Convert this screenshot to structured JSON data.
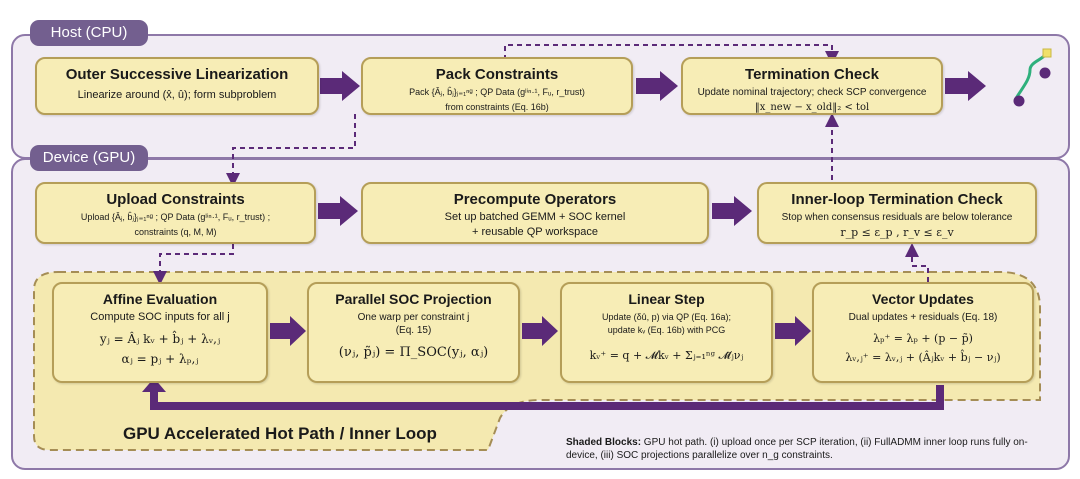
{
  "host": {
    "tag": "Host (CPU)",
    "boxes": {
      "outer": {
        "title": "Outer Successive Linearization",
        "line1": "Linearize around (x̂, û); form subproblem"
      },
      "pack": {
        "title": "Pack Constraints",
        "line1": "Pack {Âⱼ, b̂ⱼ}ⱼ₌₁ⁿᵍ ; QP Data (gˡⁱⁿ·¹, Fᵤ, r_trust)",
        "line2": "from constraints (Eq. 16b)"
      },
      "term": {
        "title": "Termination Check",
        "line1": "Update nominal trajectory; check SCP convergence",
        "formula": "‖x_new − x_old‖₂ < tol"
      }
    }
  },
  "device": {
    "tag": "Device (GPU)",
    "boxes": {
      "upload": {
        "title": "Upload Constraints",
        "line1": "Upload {Âⱼ, b̂ⱼ}ⱼ₌₁ⁿᵍ ; QP Data (gˡⁱⁿ·¹, Fᵤ, r_trust) ;",
        "line2": "constraints (q, M, M)"
      },
      "precompute": {
        "title": "Precompute Operators",
        "line1": "Set up batched GEMM + SOC kernel",
        "line2": "+ reusable QP workspace"
      },
      "inner_term": {
        "title": "Inner-loop Termination Check",
        "line1": "Stop when consensus residuals are below tolerance",
        "formula": "r_p ≤ ε_p ,   r_v ≤ ε_v"
      }
    }
  },
  "hotpath": {
    "caption": "GPU Accelerated Hot Path / Inner Loop",
    "boxes": {
      "affine": {
        "title": "Affine Evaluation",
        "line1": "Compute SOC inputs for all j",
        "f1": "yⱼ = Âⱼ kᵥ + b̂ⱼ + λᵥ,ⱼ",
        "f2": "αⱼ = pⱼ + λₚ,ⱼ"
      },
      "soc": {
        "title": "Parallel SOC Projection",
        "line1": "One warp per constraint j",
        "line2": "(Eq. 15)",
        "f1": "(νⱼ, p̃ⱼ) = Π_SOC(yⱼ, αⱼ)"
      },
      "linear": {
        "title": "Linear Step",
        "line1": "Update (δû, p) via QP (Eq. 16a);",
        "line2": "update kᵥ (Eq. 16b) with PCG",
        "f1": "kᵥ⁺ = q + 𝓜kᵥ + Σⱼ₌₁ⁿᵍ 𝓜̄ⱼνⱼ"
      },
      "vector": {
        "title": "Vector Updates",
        "line1": "Dual updates + residuals  (Eq. 18)",
        "f1": "λₚ⁺ = λₚ + (p − p̃)",
        "f2": "λᵥ,ⱼ⁺ = λᵥ,ⱼ + (Âⱼkᵥ + b̂ⱼ − νⱼ)"
      }
    },
    "note_label": "Shaded Blocks:",
    "note_text": " GPU hot path. (i) upload once per SCP iteration, (ii) FullADMM inner loop runs fully on-device, (iii) SOC projections parallelize over n_g constraints."
  },
  "colors": {
    "panel_border": "#8e78a8",
    "panel_fill": "#f1ecf4",
    "tag_fill": "#735f8f",
    "box_fill": "#f7edb6",
    "box_border": "#b59e58",
    "arrow": "#5b2a78",
    "hot_fill": "#f4e9b0",
    "hot_border": "#a58d55"
  },
  "icons": [
    "trajectory-icon"
  ]
}
